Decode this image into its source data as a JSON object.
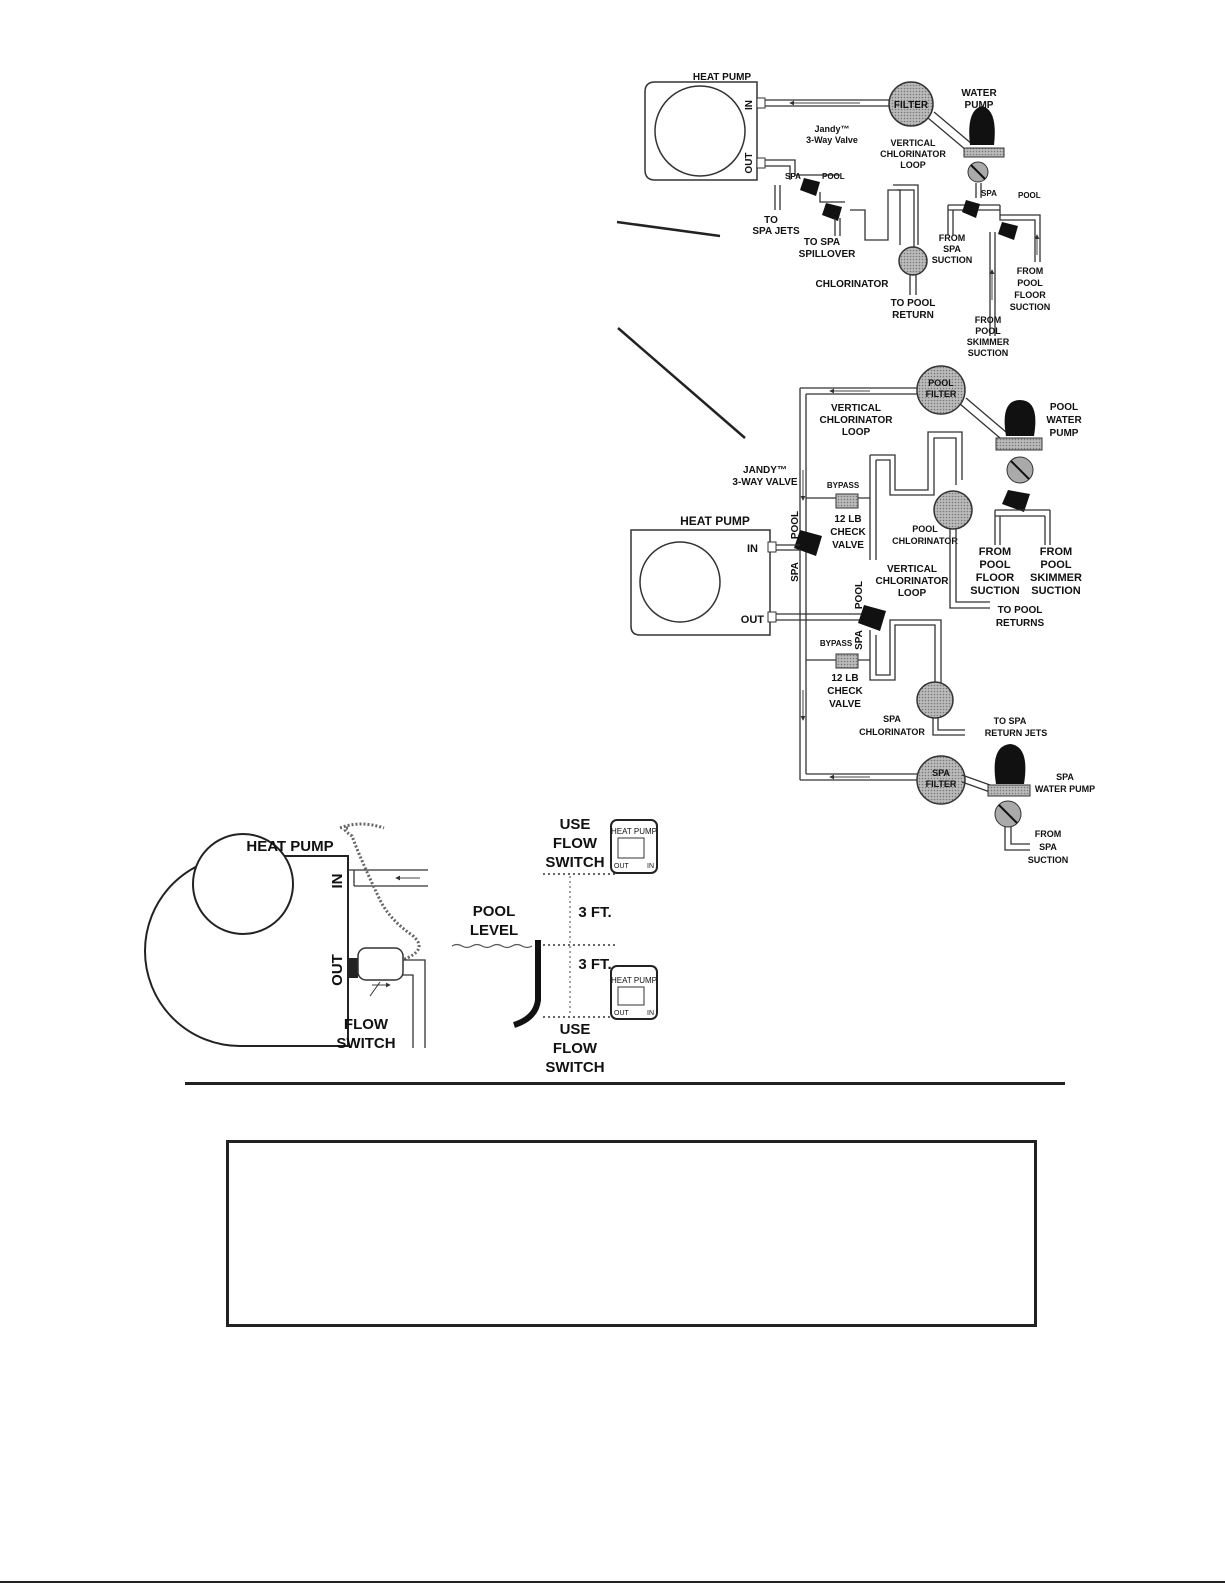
{
  "diagram_top": {
    "heat_pump": "HEAT PUMP",
    "in": "IN",
    "out": "OUT",
    "filter": "FILTER",
    "water_pump": [
      "WATER",
      "PUMP"
    ],
    "jandy": [
      "Jandy™",
      "3-Way Valve"
    ],
    "vertical_loop": [
      "VERTICAL",
      "CHLORINATOR",
      "LOOP"
    ],
    "spa": "SPA",
    "pool": "POOL",
    "spa2": "SPA",
    "pool2": "POOL",
    "to_spa_jets": [
      "TO",
      "SPA JETS"
    ],
    "to_spa_spillover": [
      "TO SPA",
      "SPILLOVER"
    ],
    "chlorinator": "CHLORINATOR",
    "to_pool_return": [
      "TO POOL",
      "RETURN"
    ],
    "from_spa_suction": [
      "FROM",
      "SPA",
      "SUCTION"
    ],
    "from_pool_floor_suction": [
      "FROM",
      "POOL",
      "FLOOR",
      "SUCTION"
    ],
    "from_pool_skimmer_suction": [
      "FROM",
      "POOL",
      "SKIMMER",
      "SUCTION"
    ]
  },
  "diagram_middle": {
    "pool_filter": [
      "POOL",
      "FILTER"
    ],
    "pool_water_pump": [
      "POOL",
      "WATER",
      "PUMP"
    ],
    "vertical_loop_1": [
      "VERTICAL",
      "CHLORINATOR",
      "LOOP"
    ],
    "jandy": [
      "JANDY™",
      "3-WAY VALVE"
    ],
    "bypass_1": "BYPASS",
    "check_valve_1": [
      "12 LB",
      "CHECK",
      "VALVE"
    ],
    "heat_pump": "HEAT PUMP",
    "in": "IN",
    "out": "OUT",
    "pool_a": "POOL",
    "spa_a": "SPA",
    "pool_b": "POOL",
    "spa_b": "SPA",
    "pool_chlorinator": [
      "POOL",
      "CHLORINATOR"
    ],
    "vertical_loop_2": [
      "VERTICAL",
      "CHLORINATOR",
      "LOOP"
    ],
    "from_pool_floor_suction": [
      "FROM",
      "POOL",
      "FLOOR",
      "SUCTION"
    ],
    "from_pool_skimmer_suction": [
      "FROM",
      "POOL",
      "SKIMMER",
      "SUCTION"
    ],
    "to_pool_returns": [
      "TO POOL",
      "RETURNS"
    ],
    "bypass_2": "BYPASS",
    "check_valve_2": [
      "12 LB",
      "CHECK",
      "VALVE"
    ],
    "spa_chlorinator": [
      "SPA",
      "CHLORINATOR"
    ],
    "to_spa_return_jets": [
      "TO SPA",
      "RETURN JETS"
    ],
    "spa_filter": [
      "SPA",
      "FILTER"
    ],
    "spa_water_pump": [
      "SPA",
      "WATER PUMP"
    ],
    "from_spa_suction": [
      "FROM",
      "SPA",
      "SUCTION"
    ]
  },
  "diagram_bottom": {
    "heat_pump": "HEAT PUMP",
    "in": "IN",
    "out": "OUT",
    "flow_switch": [
      "FLOW",
      "SWITCH"
    ],
    "use_flow_switch_top": [
      "USE",
      "FLOW",
      "SWITCH"
    ],
    "three_ft_top": "3 FT.",
    "pool_level": [
      "POOL",
      "LEVEL"
    ],
    "three_ft_bottom": "3 FT.",
    "use_flow_switch_bottom": [
      "USE",
      "FLOW",
      "SWITCH"
    ],
    "mini_heat_pump": "HEAT PUMP",
    "mini_out": "OUT",
    "mini_in": "IN"
  }
}
